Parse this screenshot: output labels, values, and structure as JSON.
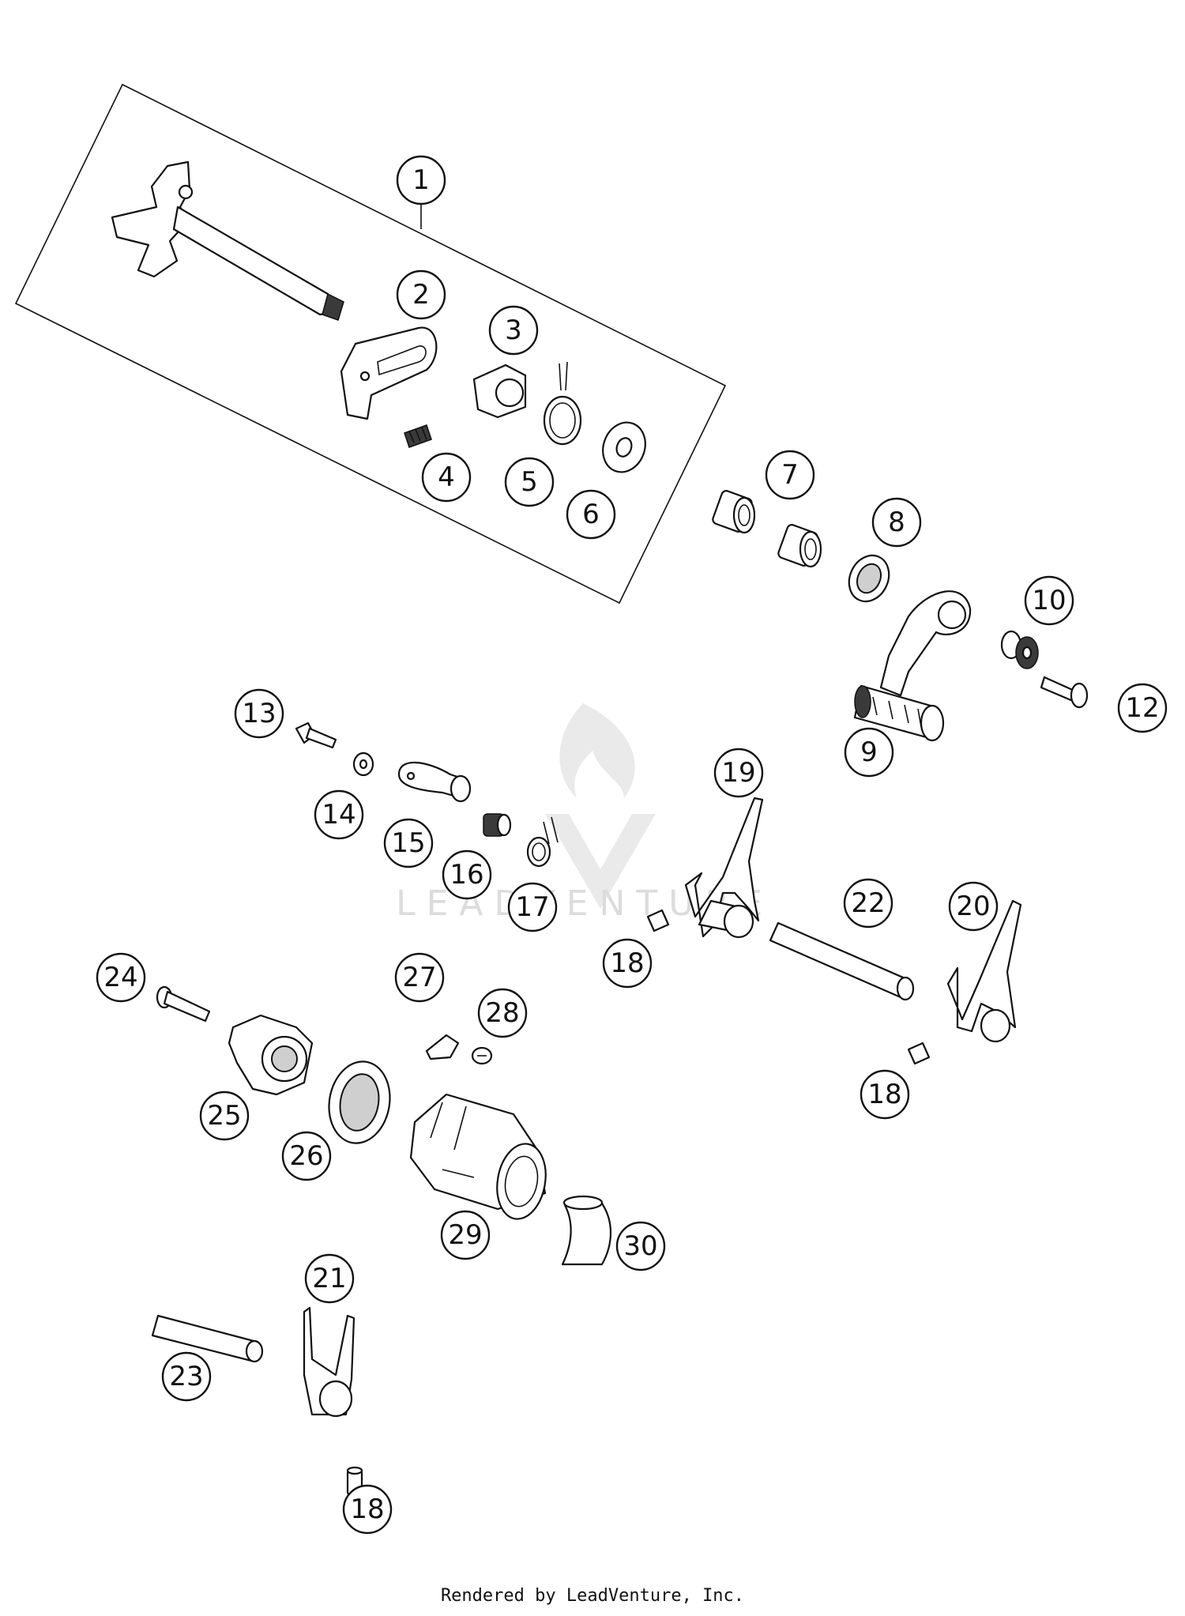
{
  "callouts": [
    {
      "label": "1"
    },
    {
      "label": "2"
    },
    {
      "label": "3"
    },
    {
      "label": "4"
    },
    {
      "label": "5"
    },
    {
      "label": "6"
    },
    {
      "label": "7"
    },
    {
      "label": "8"
    },
    {
      "label": "9"
    },
    {
      "label": "10"
    },
    {
      "label": "12"
    },
    {
      "label": "13"
    },
    {
      "label": "14"
    },
    {
      "label": "15"
    },
    {
      "label": "16"
    },
    {
      "label": "17"
    },
    {
      "label": "18"
    },
    {
      "label": "19"
    },
    {
      "label": "20"
    },
    {
      "label": "22"
    },
    {
      "label": "18"
    },
    {
      "label": "24"
    },
    {
      "label": "25"
    },
    {
      "label": "26"
    },
    {
      "label": "27"
    },
    {
      "label": "28"
    },
    {
      "label": "29"
    },
    {
      "label": "30"
    },
    {
      "label": "21"
    },
    {
      "label": "23"
    },
    {
      "label": "18"
    }
  ],
  "watermark": {
    "text": "LEADVENTURE"
  },
  "footer": {
    "text": "Rendered by LeadVenture, Inc."
  }
}
